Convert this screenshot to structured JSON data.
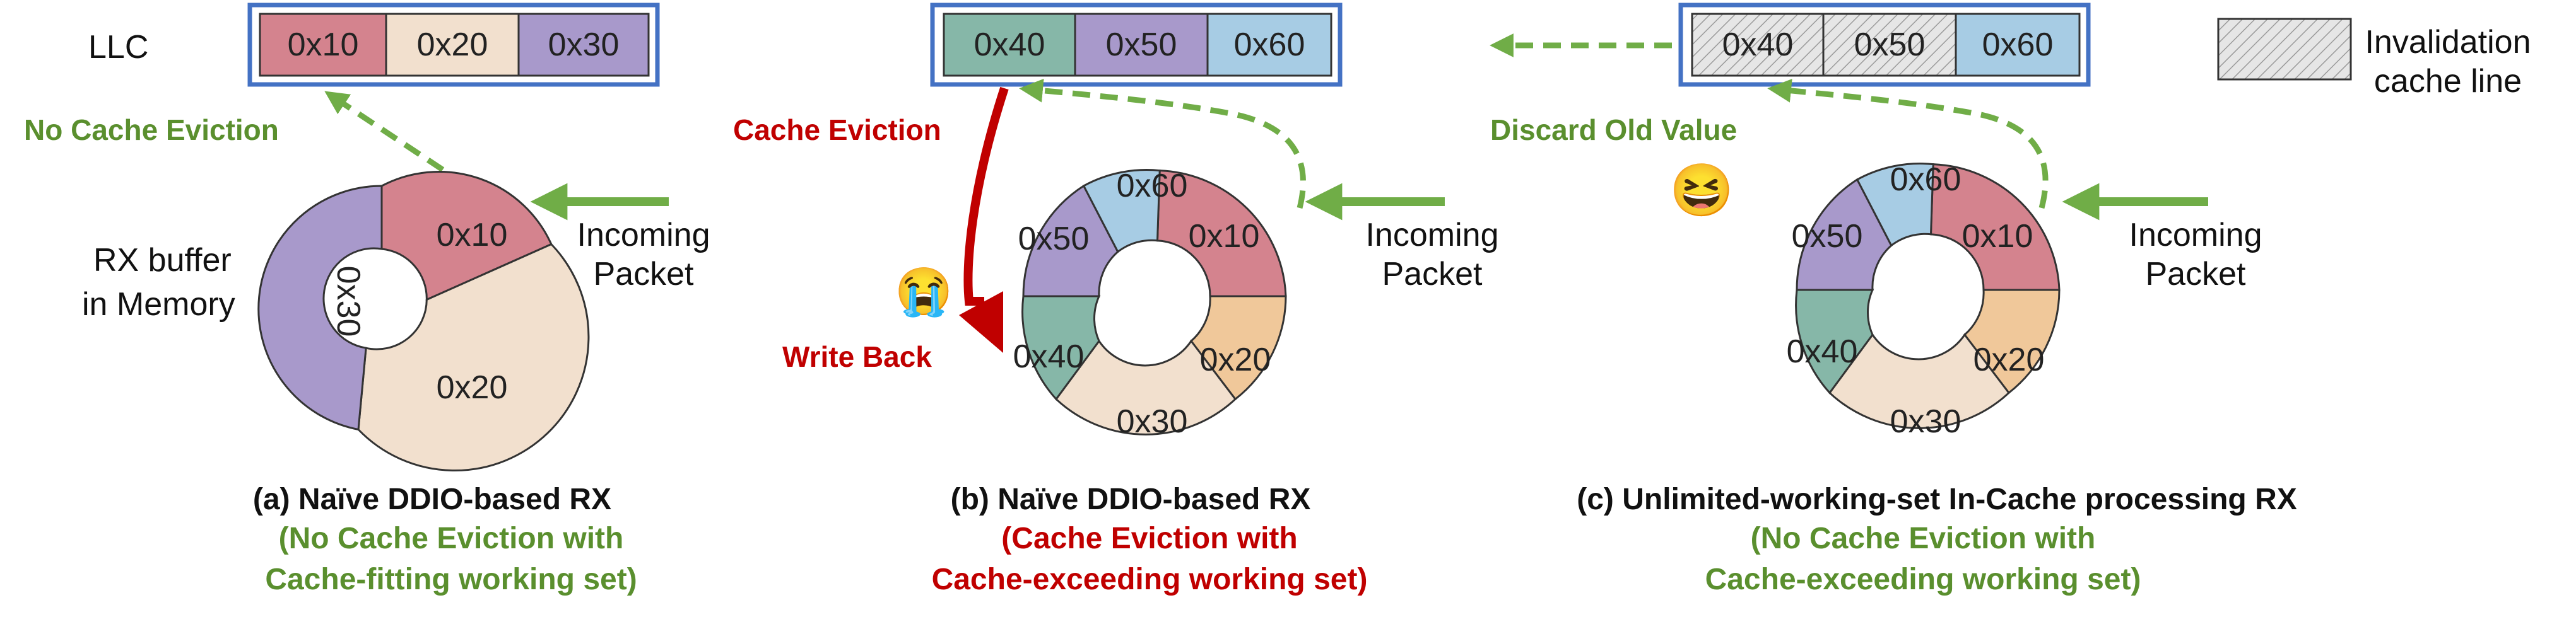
{
  "colors": {
    "pink": "#D4838E",
    "beige": "#F2E0CE",
    "purple": "#A899CB",
    "teal": "#86B7A8",
    "lightblue": "#A7CCE4",
    "orange": "#F0C89A",
    "cache_frame": "#4472C4",
    "green_text": "#5A8F2E",
    "green_arrow": "#70AD47",
    "red": "#C00000",
    "invalid_fill": "#E6E6E6"
  },
  "labels": {
    "llc": "LLC",
    "rx_buffer_line1": "RX buffer",
    "rx_buffer_line2": "in Memory"
  },
  "legend": {
    "line1": "Invalidation",
    "line2": "cache line"
  },
  "panels": [
    {
      "cache": [
        {
          "value": "0x10",
          "color": "pink",
          "invalid": false
        },
        {
          "value": "0x20",
          "color": "beige",
          "invalid": false
        },
        {
          "value": "0x30",
          "color": "purple",
          "invalid": false
        }
      ],
      "ring": [
        {
          "value": "0x10",
          "color": "pink"
        },
        {
          "value": "0x20",
          "color": "beige"
        },
        {
          "value": "0x30",
          "color": "purple"
        }
      ],
      "event_label": "No Cache Eviction",
      "incoming_line1": "Incoming",
      "incoming_line2": "Packet",
      "caption_title": "(a) Naïve DDIO-based RX",
      "caption_line2": "(No Cache Eviction with",
      "caption_line3": "Cache-fitting working set)"
    },
    {
      "cache": [
        {
          "value": "0x40",
          "color": "teal",
          "invalid": false
        },
        {
          "value": "0x50",
          "color": "purple",
          "invalid": false
        },
        {
          "value": "0x60",
          "color": "lightblue",
          "invalid": false
        }
      ],
      "ring": [
        {
          "value": "0x10",
          "color": "pink"
        },
        {
          "value": "0x20",
          "color": "orange"
        },
        {
          "value": "0x30",
          "color": "beige"
        },
        {
          "value": "0x40",
          "color": "teal"
        },
        {
          "value": "0x50",
          "color": "purple"
        },
        {
          "value": "0x60",
          "color": "lightblue"
        }
      ],
      "event_label": "Cache Eviction",
      "writeback_label": "Write Back",
      "emoji": "😭",
      "incoming_line1": "Incoming",
      "incoming_line2": "Packet",
      "caption_title": "(b) Naïve DDIO-based RX",
      "caption_line2": "(Cache Eviction with",
      "caption_line3": "Cache-exceeding working set)"
    },
    {
      "cache": [
        {
          "value": "0x40",
          "color": "invalid_fill",
          "invalid": true
        },
        {
          "value": "0x50",
          "color": "invalid_fill",
          "invalid": true
        },
        {
          "value": "0x60",
          "color": "lightblue",
          "invalid": false
        }
      ],
      "ring": [
        {
          "value": "0x10",
          "color": "pink"
        },
        {
          "value": "0x20",
          "color": "orange"
        },
        {
          "value": "0x30",
          "color": "beige"
        },
        {
          "value": "0x40",
          "color": "teal"
        },
        {
          "value": "0x50",
          "color": "purple"
        },
        {
          "value": "0x60",
          "color": "lightblue"
        }
      ],
      "event_label": "Discard Old Value",
      "emoji": "😆",
      "incoming_line1": "Incoming",
      "incoming_line2": "Packet",
      "caption_title": "(c) Unlimited-working-set In-Cache processing RX",
      "caption_line2": "(No Cache Eviction with",
      "caption_line3": "Cache-exceeding working set)"
    }
  ]
}
